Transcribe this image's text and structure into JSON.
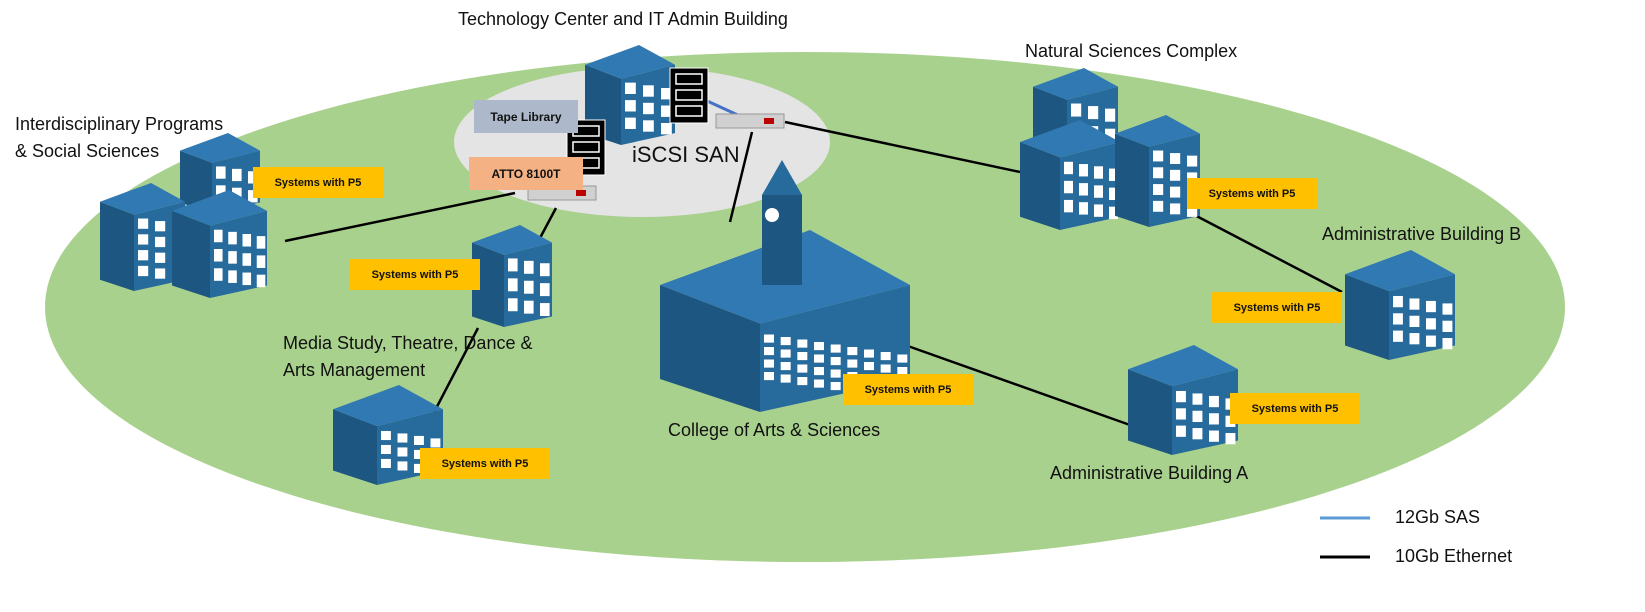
{
  "labels": {
    "tech_center": "Technology Center and IT Admin Building",
    "natural_sciences": "Natural Sciences Complex",
    "interdisciplinary_1": "Interdisciplinary Programs",
    "interdisciplinary_2": "& Social Sciences",
    "admin_b": "Administrative Building B",
    "media_1": "Media Study, Theatre, Dance &",
    "media_2": "Arts Management",
    "college": "College of Arts & Sciences",
    "admin_a": "Administrative Building A",
    "iscsi": "iSCSI SAN"
  },
  "devices": {
    "tape_library": "Tape Library",
    "atto": "ATTO  8100T"
  },
  "systems_label": "Systems with P5",
  "legend": [
    {
      "label": "12Gb SAS",
      "color": "#5b9bd5"
    },
    {
      "label": "10Gb Ethernet",
      "color": "#000000"
    }
  ],
  "colors": {
    "campus": "#a9d18e",
    "san_area": "#e4e4e4",
    "building": "#276a9c",
    "systems": "#ffc000"
  }
}
